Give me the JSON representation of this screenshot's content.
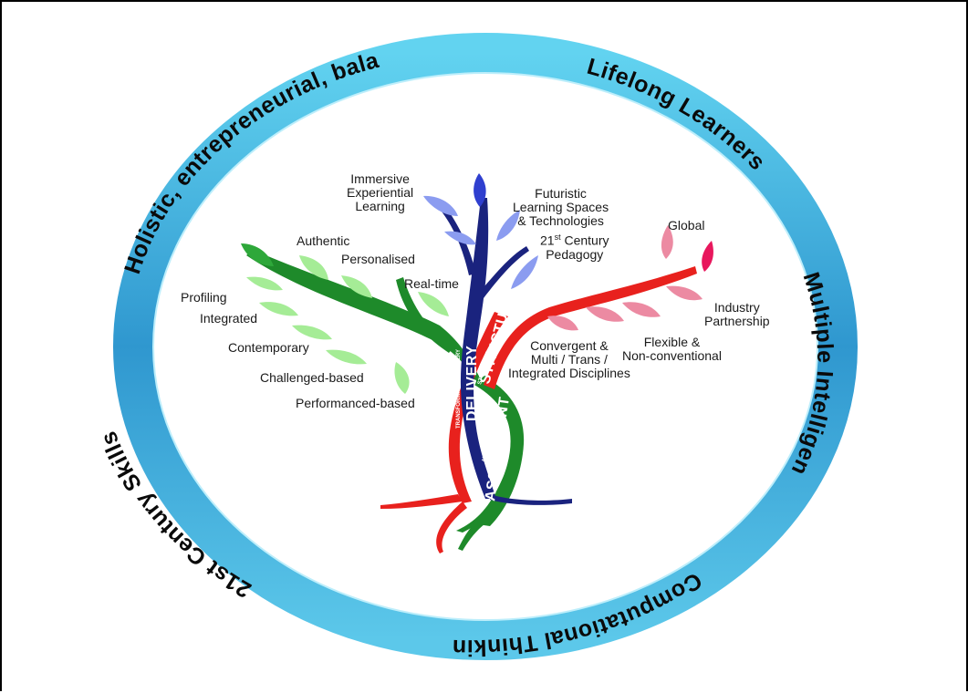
{
  "ring": {
    "top_left": "Holistic, entrepreneurial, balanced",
    "top_right": "Lifelong Learners",
    "right": "Multiple Intelligence",
    "bottom": "Computational Thinking",
    "left": "21st Century Skills"
  },
  "trunk": {
    "delivery": "DELIVERY",
    "delivery_small": "TRANSFORMATIVE DELIVERY",
    "structure": "STRUCTURE",
    "structure_small": "STRUCTURE",
    "assessment": "ASSESSMENT",
    "assessment_small": "AUTHENTIC"
  },
  "leaves": {
    "immersive": [
      "Immersive",
      "Experiential",
      "Learning"
    ],
    "futuristic": [
      "Futuristic",
      "Learning Spaces",
      "& Technologies"
    ],
    "pedagogy": {
      "prefix": "21",
      "sup": "st",
      "suffix": " Century",
      "line2": "Pedagogy"
    },
    "global": "Global",
    "authentic": "Authentic",
    "personalised": "Personalised",
    "realtime": "Real-time",
    "profiling": "Profiling",
    "integrated": "Integrated",
    "contemporary": "Contemporary",
    "challenged": "Challenged-based",
    "performanced": "Performanced-based",
    "industry": [
      "Industry",
      "Partnership"
    ],
    "flexible": [
      "Flexible &",
      "Non-conventional"
    ],
    "convergent": [
      "Convergent &",
      "Multi / Trans /",
      "Integrated Disciplines"
    ]
  },
  "colors": {
    "ring_outer": "#3fa9d8",
    "ring_inner": "#9fe3f5",
    "blue": "#1a237e",
    "red": "#e8211d",
    "green": "#1e8a2a",
    "leaf_blue": "#8b9cf0",
    "leaf_green": "#a5ec96",
    "leaf_pink": "#ec8aa2",
    "leaf_magenta": "#e8175d"
  }
}
